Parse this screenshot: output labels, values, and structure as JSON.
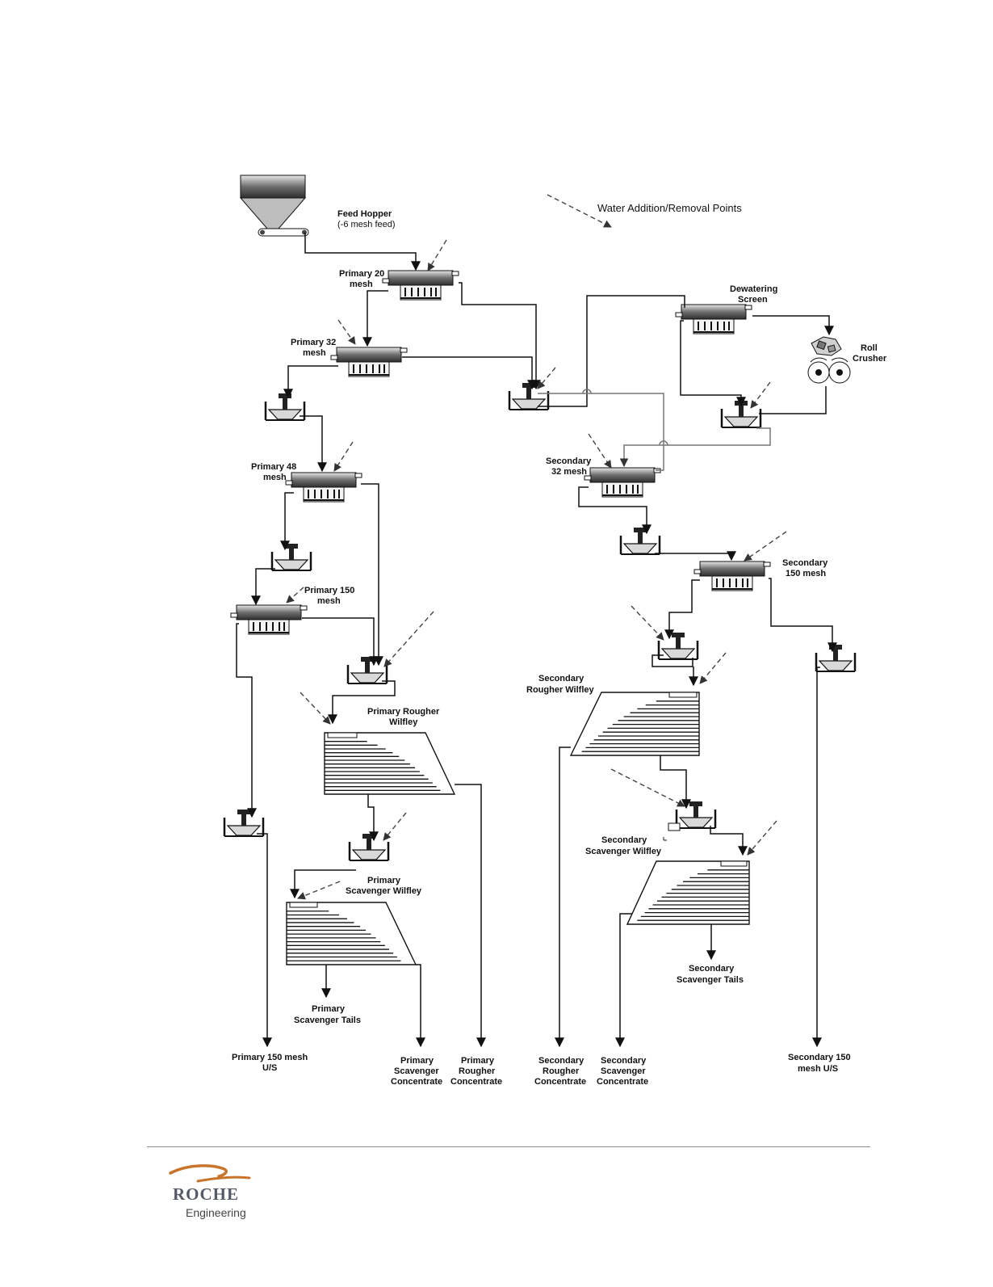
{
  "labels": {
    "legend": "Water Addition/Removal Points",
    "feed_hopper_1": "Feed Hopper",
    "feed_hopper_2": "(-6 mesh feed)",
    "primary20_1": "Primary 20",
    "primary20_2": "mesh",
    "primary32_1": "Primary 32",
    "primary32_2": "mesh",
    "primary48_1": "Primary 48",
    "primary48_2": "mesh",
    "primary150_1": "Primary 150",
    "primary150_2": "mesh",
    "dewatering_1": "Dewatering",
    "dewatering_2": "Screen",
    "roll_crusher_1": "Roll",
    "roll_crusher_2": "Crusher",
    "secondary32_1": "Secondary",
    "secondary32_2": "32 mesh",
    "secondary150_1": "Secondary",
    "secondary150_2": "150 mesh",
    "primary_rougher_wilfley_1": "Primary Rougher",
    "primary_rougher_wilfley_2": "Wilfley",
    "primary_scavenger_wilfley_1": "Primary",
    "primary_scavenger_wilfley_2": "Scavenger Wilfley",
    "secondary_rougher_wilfley_1": "Secondary",
    "secondary_rougher_wilfley_2": "Rougher Wilfley",
    "secondary_scavenger_wilfley_1": "Secondary",
    "secondary_scavenger_wilfley_2": "Scavenger Wilfley",
    "primary_scavenger_tails_1": "Primary",
    "primary_scavenger_tails_2": "Scavenger Tails",
    "secondary_scavenger_tails_1": "Secondary",
    "secondary_scavenger_tails_2": "Scavenger Tails",
    "out_primary150_1": "Primary 150 mesh",
    "out_primary150_2": "U/S",
    "out_psc_1": "Primary",
    "out_psc_2": "Scavenger",
    "out_psc_3": "Concentrate",
    "out_prc_1": "Primary",
    "out_prc_2": "Rougher",
    "out_prc_3": "Concentrate",
    "out_src_1": "Secondary",
    "out_src_2": "Rougher",
    "out_src_3": "Concentrate",
    "out_ssc_1": "Secondary",
    "out_ssc_2": "Scavenger",
    "out_ssc_3": "Concentrate",
    "out_s150_1": "Secondary 150",
    "out_s150_2": "mesh U/S"
  },
  "footer": {
    "company": "ROCHE",
    "division": "Engineering",
    "logo_color": "#c8742a"
  }
}
